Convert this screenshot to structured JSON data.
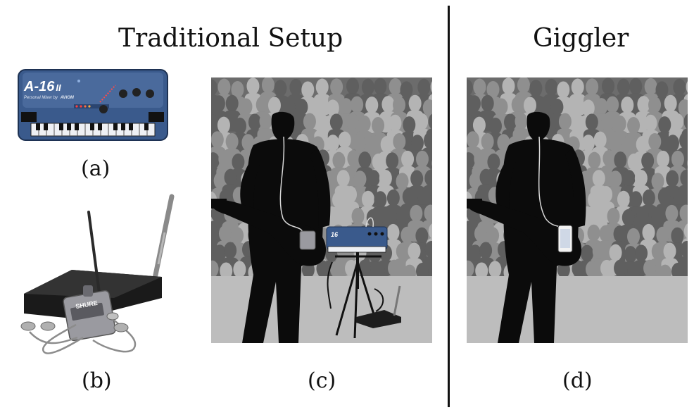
{
  "headings": {
    "traditional": "Traditional Setup",
    "giggler": "Giggler"
  },
  "captions": {
    "a": "(a)",
    "b": "(b)",
    "c": "(c)",
    "d": "(d)"
  },
  "devices": {
    "mixer_model": "A-16",
    "mixer_model_suffix": "II",
    "mixer_subtitle": "Personal Mixer by",
    "mixer_brand": "AVIOM",
    "mixer_small": "16",
    "receiver_brand": "SHURE"
  },
  "colors": {
    "crowd_light": "#b4b4b4",
    "crowd_mid": "#8f8f8f",
    "crowd_dark": "#5f5f5f",
    "floor": "#bdbdbd",
    "mixer_blue": "#3a5a8c",
    "silhouette": "#0b0b0b"
  },
  "icons": {
    "mixer": "personal-mixer-icon",
    "iem_system": "in-ear-monitor-system-icon",
    "phone": "smartphone-icon"
  }
}
